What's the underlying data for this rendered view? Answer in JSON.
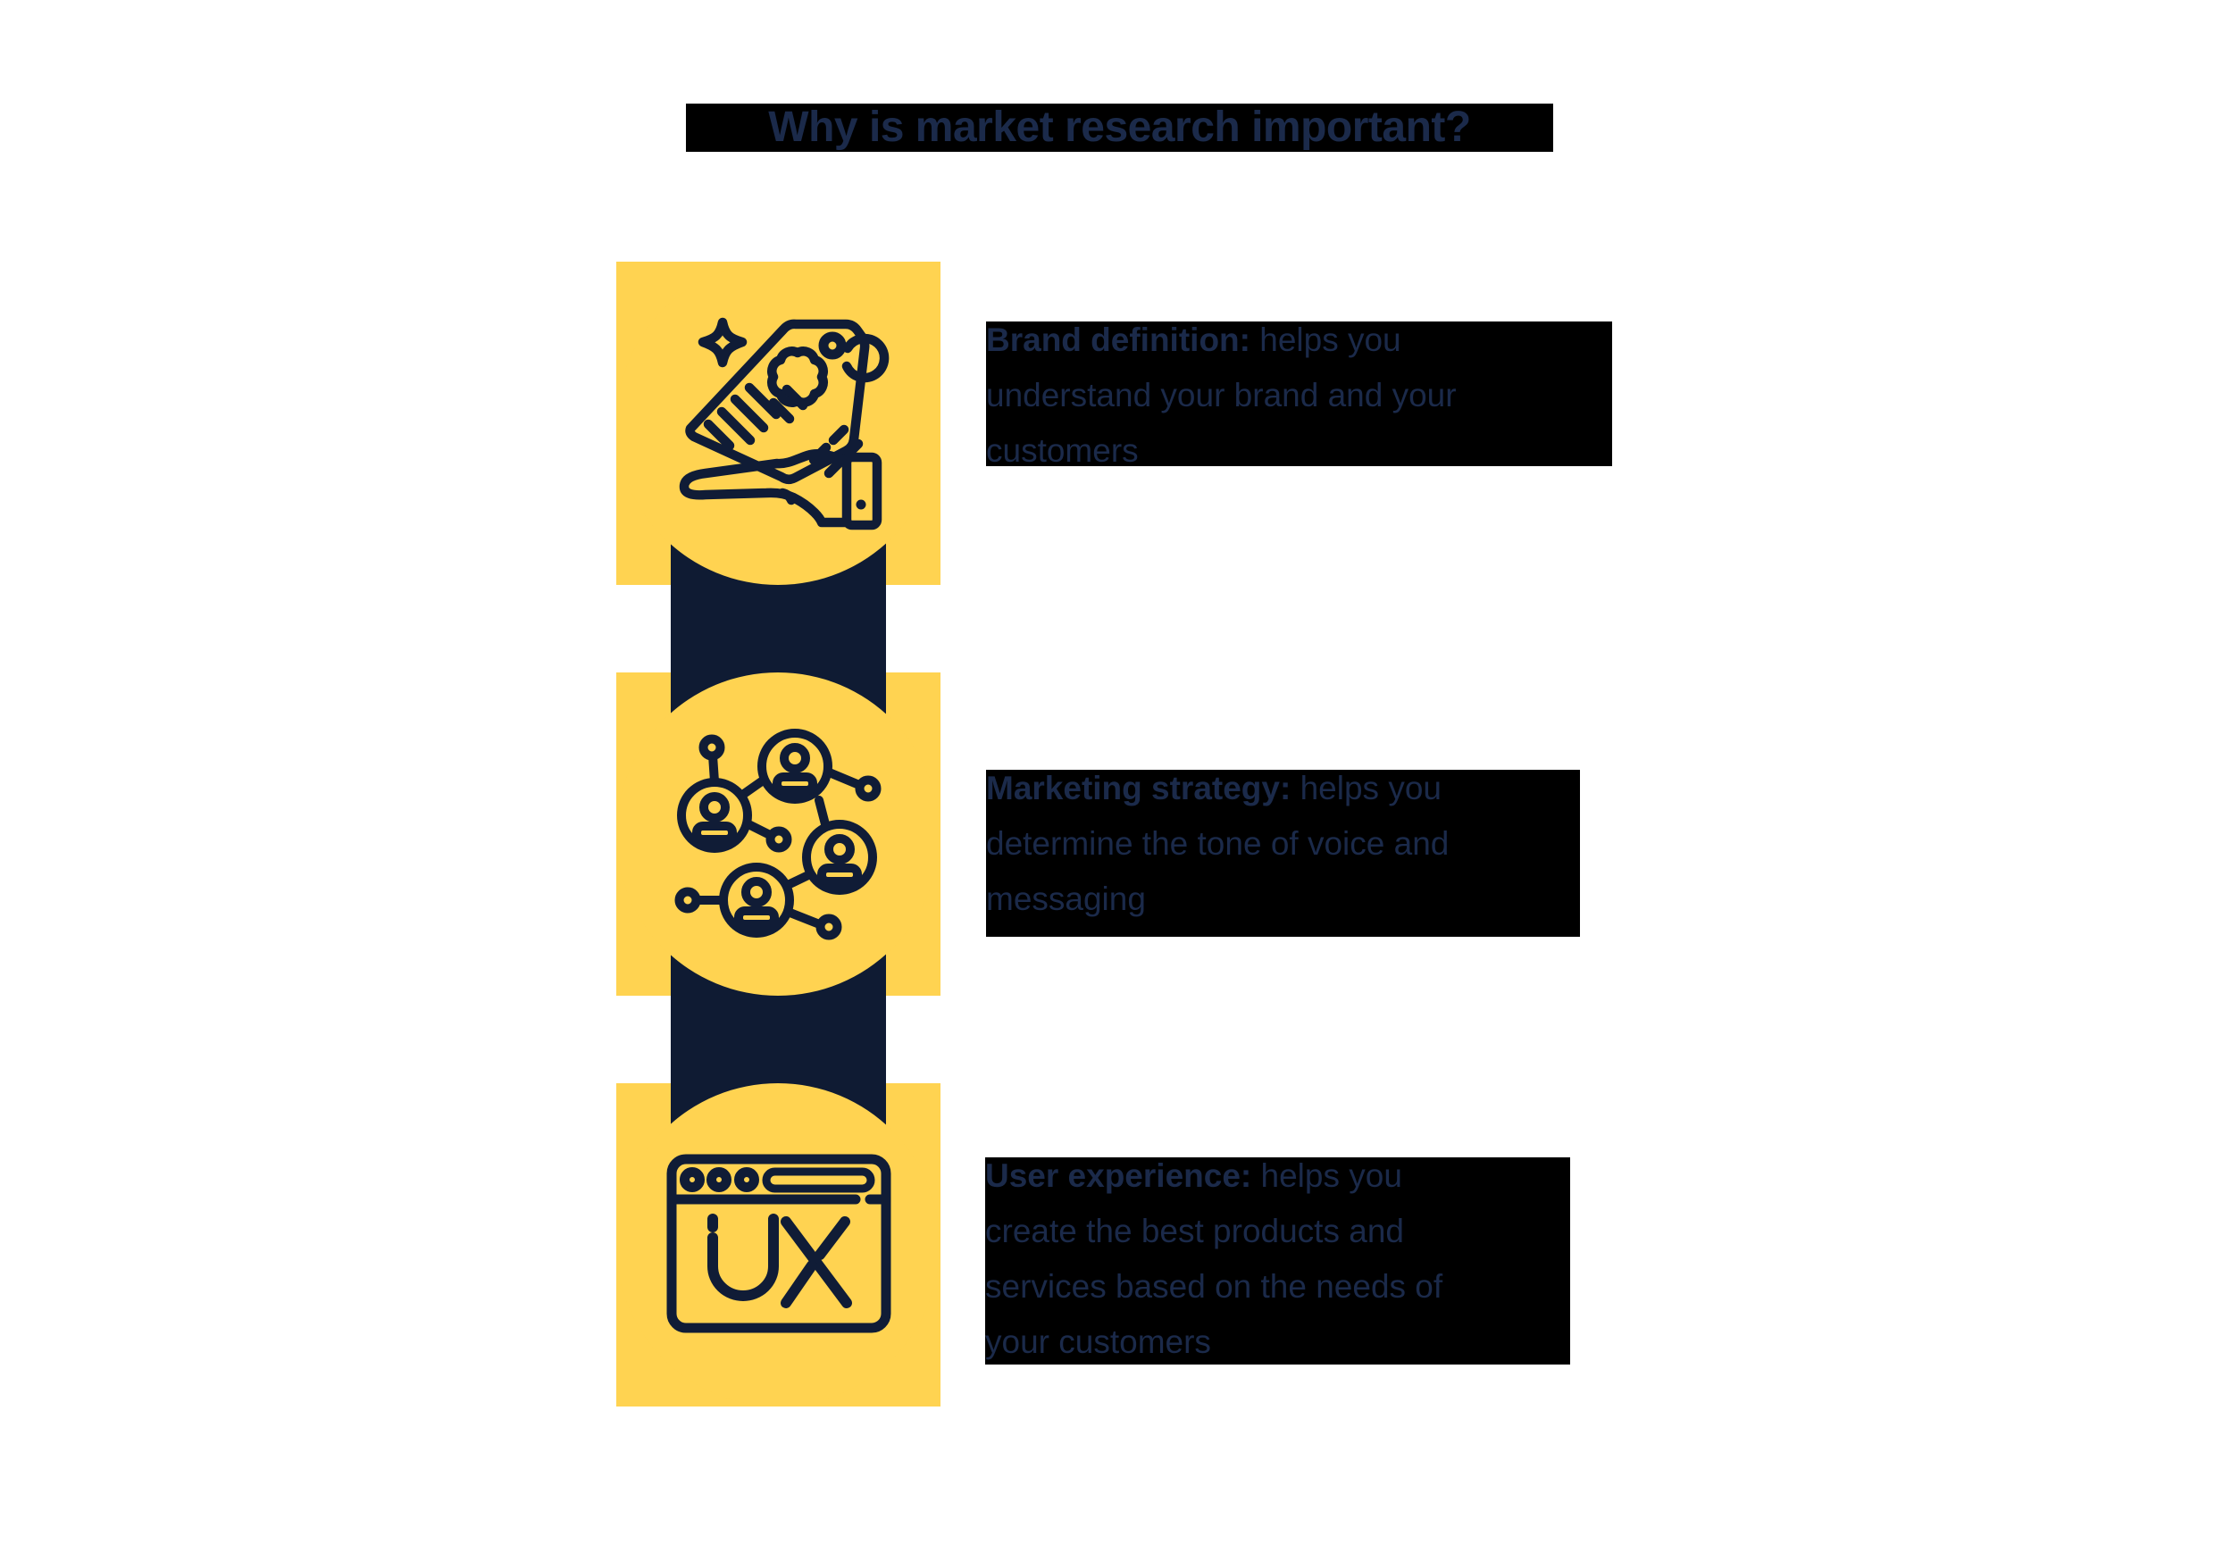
{
  "title": "Why is market research important?",
  "colors": {
    "yellow": "#FFD351",
    "navy": "#0F1B33",
    "text_navy": "#1B2A4A",
    "highlight_background": "#000000"
  },
  "sections": [
    {
      "id": "brand-definition",
      "icon": "tag-in-hand-icon",
      "label": "Brand definition:",
      "description": "helps you understand your brand and your customers",
      "lines": [
        {
          "bold": "Brand definition:",
          "text": " helps you"
        },
        {
          "bold": "",
          "text": "understand your brand and your"
        },
        {
          "bold": "",
          "text": "customers"
        }
      ]
    },
    {
      "id": "marketing-strategy",
      "icon": "people-network-icon",
      "label": "Marketing strategy:",
      "description": "helps you determine the tone of voice and messaging",
      "lines": [
        {
          "bold": "Marketing strategy:",
          "text": " helps you"
        },
        {
          "bold": "",
          "text": "determine the tone of voice and"
        },
        {
          "bold": "",
          "text": "messaging"
        }
      ]
    },
    {
      "id": "user-experience",
      "icon": "ux-browser-icon",
      "label": "User experience:",
      "description": "helps you create the best products and services based on the needs of your customers",
      "lines": [
        {
          "bold": "User experience:",
          "text": " helps you"
        },
        {
          "bold": "",
          "text": "create the best products and"
        },
        {
          "bold": "",
          "text": "services based on the needs of"
        },
        {
          "bold": "",
          "text": "your customers"
        }
      ]
    }
  ]
}
